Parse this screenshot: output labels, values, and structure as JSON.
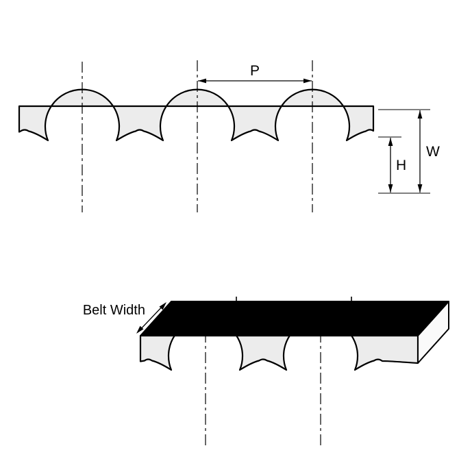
{
  "figure": {
    "labels": {
      "pitch": "P",
      "belt_thickness": "W",
      "tooth_height": "H",
      "belt_width": "Belt Width"
    },
    "colors": {
      "outline": "#000000",
      "belt_fill": "#ececec",
      "solid_top_face": "#000000",
      "background": "#ffffff"
    }
  }
}
